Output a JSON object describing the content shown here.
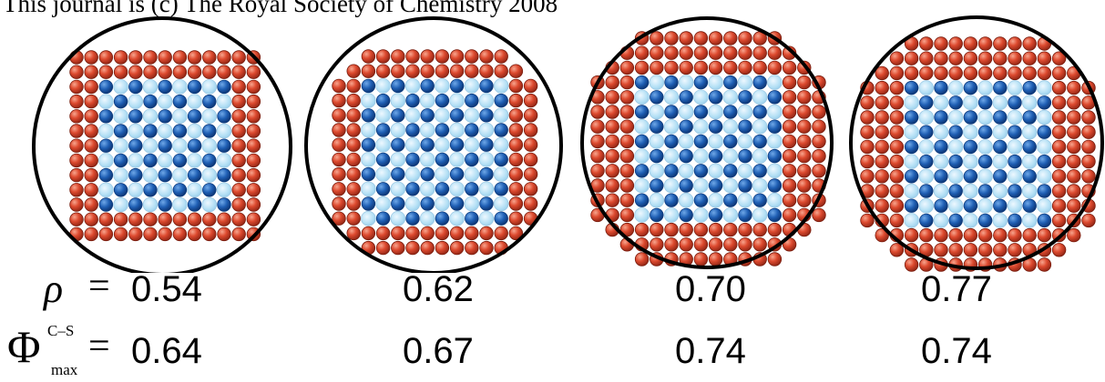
{
  "header": "This journal is (c) The Royal Society of Chemistry 2008",
  "row1": {
    "symbol": "ρ",
    "equals": "=",
    "values": [
      "0.54",
      "0.62",
      "0.70",
      "0.77"
    ]
  },
  "row2": {
    "symbol": "Φ",
    "superscript": "C–S",
    "subscript": "max",
    "equals": "=",
    "values": [
      "0.64",
      "0.67",
      "0.74",
      "0.74"
    ]
  },
  "colors": {
    "core_particle": "#1f5fb4",
    "core_light": "#a9d9f2",
    "shell_particle": "#d7452c",
    "container": "#000000"
  }
}
